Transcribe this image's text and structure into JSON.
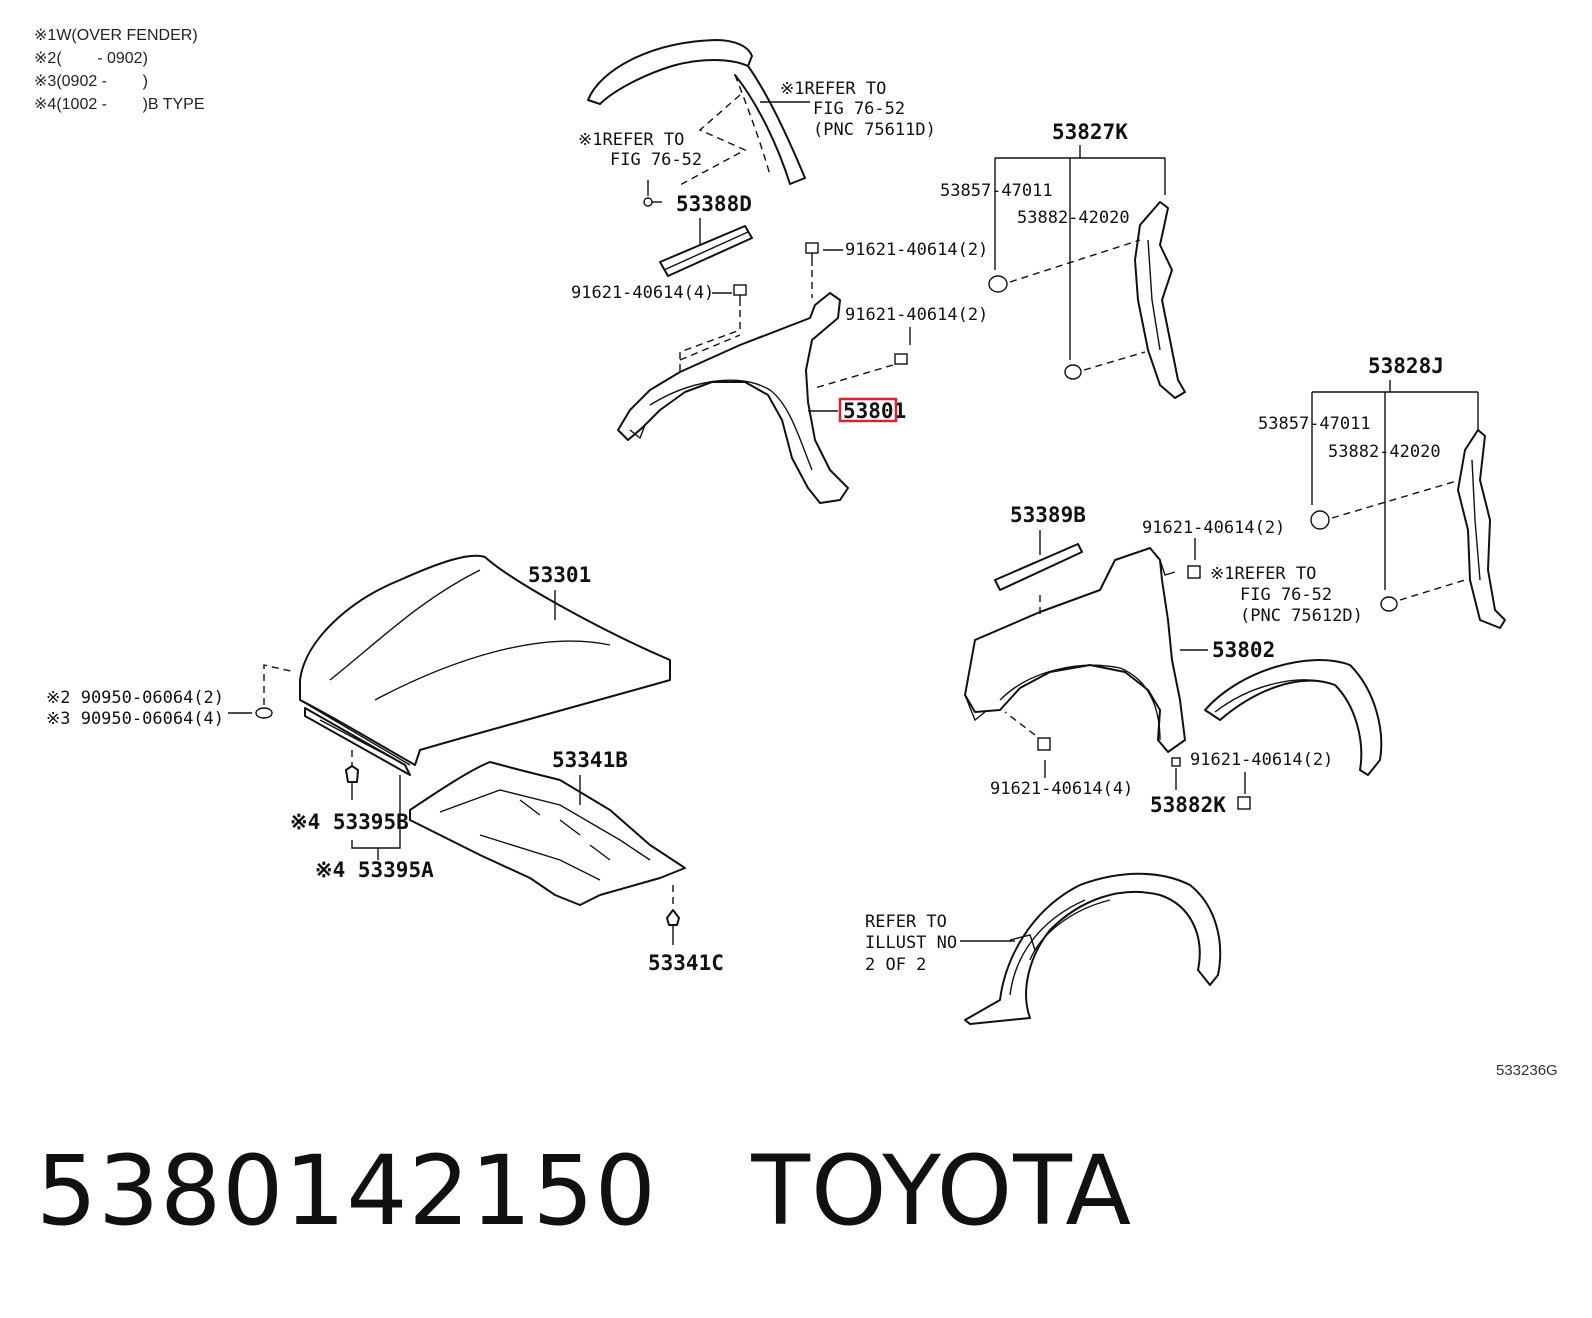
{
  "notes": [
    {
      "mark": "※1",
      "text": "W(OVER FENDER)"
    },
    {
      "mark": "※2",
      "text": "(        - 0902)"
    },
    {
      "mark": "※3",
      "text": "(0902 -        )"
    },
    {
      "mark": "※4",
      "text": "(1002 -        )B TYPE"
    }
  ],
  "labels": {
    "refer_fig_a": [
      "※1REFER TO",
      "FIG 76-52",
      "(PNC 75611D)"
    ],
    "refer_fig_b": [
      "※1REFER TO",
      "FIG 76-52"
    ],
    "refer_fig_c": [
      "※1REFER TO",
      "FIG 76-52",
      "(PNC 75612D)"
    ],
    "refer_illust": [
      "REFER TO",
      "ILLUST NO",
      "2 OF 2"
    ],
    "p53388D": "53388D",
    "p53827K": "53827K",
    "p53857_a": "53857-47011",
    "p53882_a": "53882-42020",
    "bolt_a": "91621-40614(2)",
    "bolt_b": "91621-40614(4)",
    "bolt_c": "91621-40614(2)",
    "p53801": "53801",
    "p53828J": "53828J",
    "p53857_b": "53857-47011",
    "p53882_b": "53882-42020",
    "p53389B": "53389B",
    "bolt_d": "91621-40614(2)",
    "p53802": "53802",
    "bolt_e": "91621-40614(4)",
    "bolt_f": "91621-40614(2)",
    "p53882K": "53882K",
    "p53301": "53301",
    "clip_2": "※2 90950-06064(2)",
    "clip_3": "※3 90950-06064(4)",
    "p53341B": "53341B",
    "p53395B": "※4 53395B",
    "p53395A": "※4 53395A",
    "p53341C": "53341C",
    "diagram_id": "533236G"
  },
  "highlight_part": "53801",
  "colors": {
    "highlight": "#d9232e",
    "line": "#111111"
  },
  "footer": {
    "part_number": "5380142150",
    "brand": "TOYOTA"
  }
}
